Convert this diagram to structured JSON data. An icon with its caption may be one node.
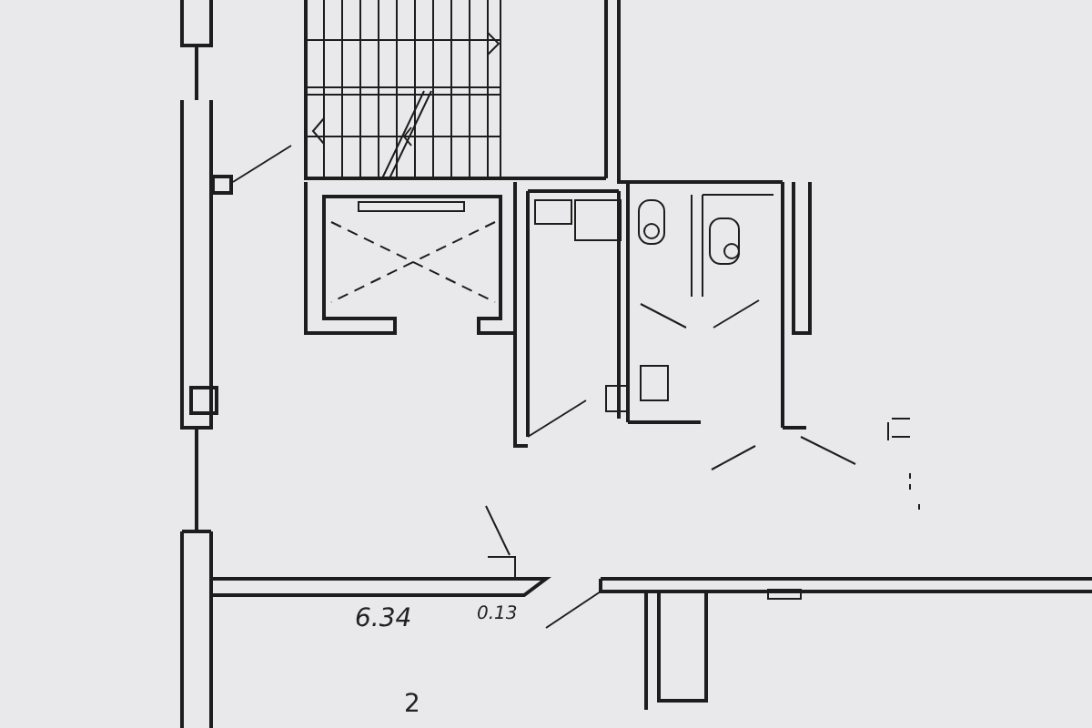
{
  "diagram": {
    "labels": [
      "6.34",
      "0.13",
      "2"
    ]
  }
}
